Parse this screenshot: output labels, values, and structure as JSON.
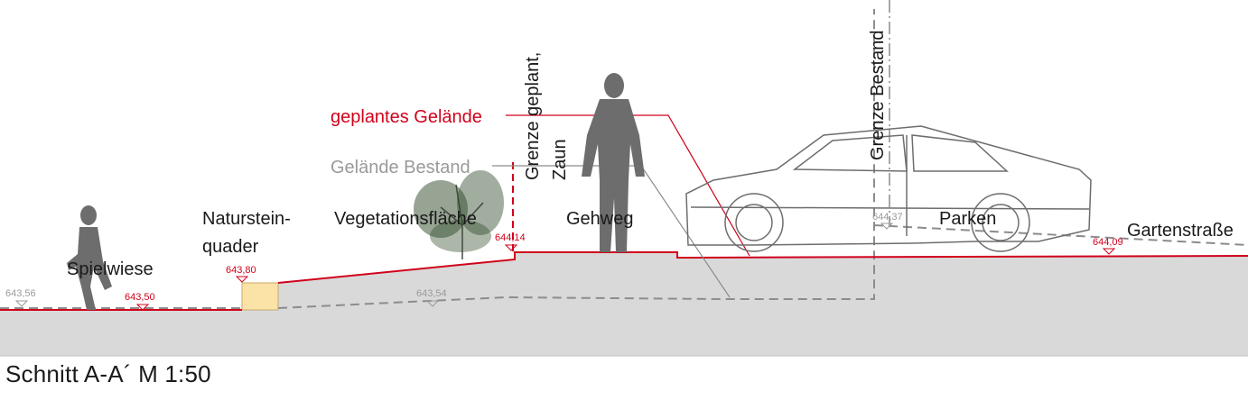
{
  "title": "Schnitt A-A´  M 1:50",
  "labels": {
    "spielwiese": "Spielwiese",
    "naturstein_line1": "Naturstein-",
    "naturstein_line2": "quader",
    "vegetation": "Vegetationsfläche",
    "gehweg": "Gehweg",
    "parken": "Parken",
    "gartenstrasse": "Gartenstraße",
    "grenze_geplant_line1": "Grenze geplant,",
    "grenze_geplant_line2": "Zaun",
    "grenze_bestand": "Grenze Bestand",
    "geplantes_gelaende": "geplantes Gelände",
    "gelaende_bestand": "Gelände Bestand"
  },
  "elevations": {
    "e1": "643,56",
    "e2": "643,50",
    "e3": "643,80",
    "e4": "643,54",
    "e5": "644,14",
    "e6": "644,37",
    "e7": "644,09"
  },
  "colors": {
    "planned": "#d0021b",
    "existing": "#8c8c8c",
    "ground": "#d9d9d9",
    "stone": "#fbe3a8"
  }
}
